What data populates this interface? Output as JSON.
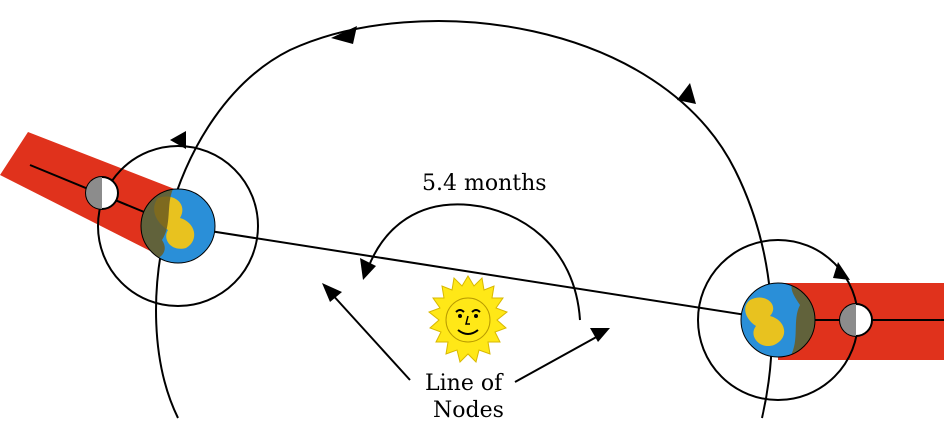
{
  "labels": {
    "period": "5.4 months",
    "line_of_nodes_1": "Line of",
    "line_of_nodes_2": "Nodes"
  },
  "colors": {
    "shadow": "#e0321c",
    "ocean": "#2a8fd8",
    "land": "#e8c21f",
    "earth_dark": "#6b5a20",
    "sun": "#ffe817",
    "sun_rays": "#d8b800",
    "moon_dark": "#8c8c8c",
    "line": "#000000"
  },
  "icons": {
    "sun": "sun-icon",
    "earth": "earth-icon",
    "moon": "moon-icon"
  }
}
